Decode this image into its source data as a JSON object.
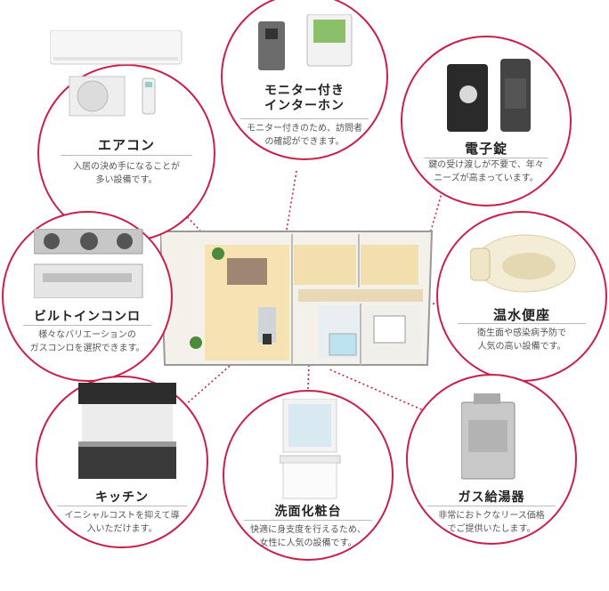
{
  "items": [
    {
      "title": "エアコン",
      "desc": "入居の決め手になることが\n多い設備です。",
      "icon": "air-conditioner-icon"
    },
    {
      "title": "モニター付き\nインターホン",
      "desc": "モニター付きのため、訪問者\nの確認ができます。",
      "icon": "intercom-icon"
    },
    {
      "title": "電子錠",
      "desc": "鍵の受け渡しが不要で、年々\nニーズが高まっています。",
      "icon": "electronic-lock-icon"
    },
    {
      "title": "ビルトインコンロ",
      "desc": "様々なバリエーションの\nガスコンロを選択できます。",
      "icon": "built-in-stove-icon"
    },
    {
      "title": "温水便座",
      "desc": "衛生面や感染病予防で\n人気の高い設備です。",
      "icon": "toilet-seat-icon"
    },
    {
      "title": "キッチン",
      "desc": "イニシャルコストを抑えて導\n入いただけます。",
      "icon": "kitchen-icon"
    },
    {
      "title": "洗面化粧台",
      "desc": "快適に身支度を行えるため、\n女性に人気の設備です。",
      "icon": "vanity-icon"
    },
    {
      "title": "ガス給湯器",
      "desc": "非常におトクなリース価格\nでご提供いたします。",
      "icon": "water-heater-icon"
    }
  ],
  "colors": {
    "accent": "#c8204a",
    "connector": "#c8204a"
  }
}
